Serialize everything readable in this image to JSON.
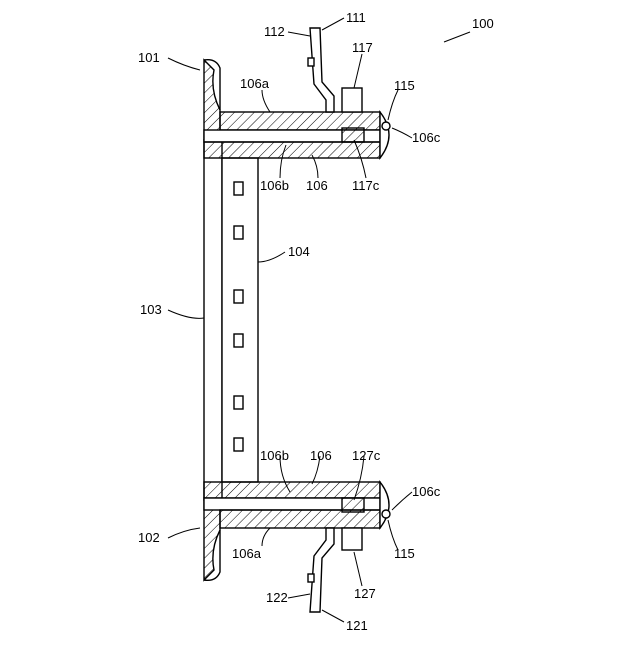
{
  "figure": {
    "labels": {
      "l100": "100",
      "l101": "101",
      "l102": "102",
      "l103": "103",
      "l104": "104",
      "l106_top": "106",
      "l106_bottom": "106",
      "l106a_top": "106a",
      "l106a_bottom": "106a",
      "l106b_top": "106b",
      "l106b_bottom": "106b",
      "l106c_top": "106c",
      "l106c_bottom": "106c",
      "l111": "111",
      "l112": "112",
      "l115_top": "115",
      "l115_bottom": "115",
      "l117": "117",
      "l117c": "117c",
      "l121": "121",
      "l122": "122",
      "l127": "127",
      "l127c": "127c"
    }
  }
}
